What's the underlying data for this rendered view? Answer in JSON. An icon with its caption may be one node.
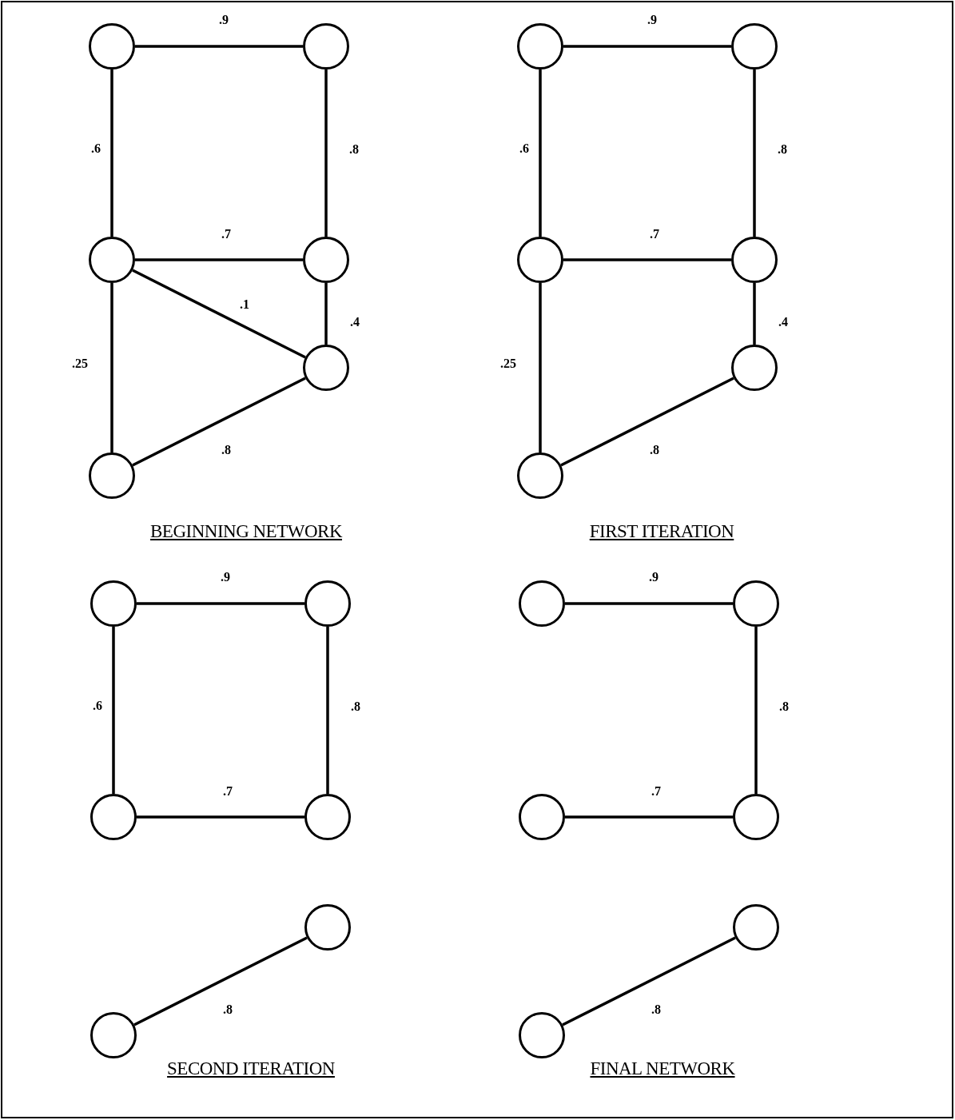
{
  "diagram": {
    "nodes": [
      {
        "text": [],
        "shape": "circle"
      },
      {
        "text": [],
        "shape": "circle"
      },
      {
        "text": [],
        "shape": "circle"
      },
      {
        "text": [],
        "shape": "circle"
      },
      {
        "text": [],
        "shape": "circle"
      },
      {
        "text": [],
        "shape": "circle"
      },
      {
        "text": [],
        "shape": "circle"
      },
      {
        "text": [],
        "shape": "circle"
      },
      {
        "text": [],
        "shape": "circle"
      },
      {
        "text": [],
        "shape": "circle"
      },
      {
        "text": [],
        "shape": "circle"
      },
      {
        "text": [],
        "shape": "circle"
      },
      {
        "text": [],
        "shape": "circle"
      },
      {
        "text": [],
        "shape": "circle"
      },
      {
        "text": [],
        "shape": "circle"
      },
      {
        "text": [],
        "shape": "circle"
      },
      {
        "text": [],
        "shape": "circle"
      },
      {
        "text": [],
        "shape": "circle"
      },
      {
        "text": [],
        "shape": "circle"
      },
      {
        "text": [],
        "shape": "circle"
      },
      {
        "text": [],
        "shape": "circle"
      },
      {
        "text": [],
        "shape": "circle"
      },
      {
        "text": [],
        "shape": "circle"
      },
      {
        "text": [],
        "shape": "circle"
      }
    ],
    "edges": [
      {
        "from": 0,
        "to": 1,
        "arrow": "none",
        "label": ".9"
      },
      {
        "from": 0,
        "to": 2,
        "arrow": "none",
        "label": ".6"
      },
      {
        "from": 1,
        "to": 3,
        "arrow": "none",
        "label": ".8"
      },
      {
        "from": 2,
        "to": 3,
        "arrow": "none",
        "label": ".7"
      },
      {
        "from": 2,
        "to": 4,
        "arrow": "none",
        "label": ".1"
      },
      {
        "from": 3,
        "to": 4,
        "arrow": "none",
        "label": ".4"
      },
      {
        "from": 2,
        "to": 5,
        "arrow": "none",
        "label": ".25"
      },
      {
        "from": 5,
        "to": 4,
        "arrow": "none",
        "label": ".8"
      },
      {
        "from": 6,
        "to": 7,
        "arrow": "none",
        "label": ".9"
      },
      {
        "from": 6,
        "to": 8,
        "arrow": "none",
        "label": ".6"
      },
      {
        "from": 7,
        "to": 9,
        "arrow": "none",
        "label": ".8"
      },
      {
        "from": 8,
        "to": 9,
        "arrow": "none",
        "label": ".7"
      },
      {
        "from": 9,
        "to": 10,
        "arrow": "none",
        "label": ".4"
      },
      {
        "from": 8,
        "to": 11,
        "arrow": "none",
        "label": ".25"
      },
      {
        "from": 11,
        "to": 10,
        "arrow": "none",
        "label": ".8"
      },
      {
        "from": 12,
        "to": 13,
        "arrow": "none",
        "label": ".9"
      },
      {
        "from": 12,
        "to": 14,
        "arrow": "none",
        "label": ".6"
      },
      {
        "from": 13,
        "to": 15,
        "arrow": "none",
        "label": ".8"
      },
      {
        "from": 14,
        "to": 15,
        "arrow": "none",
        "label": ".7"
      },
      {
        "from": 17,
        "to": 16,
        "arrow": "none",
        "label": ".8"
      },
      {
        "from": 18,
        "to": 19,
        "arrow": "none",
        "label": ".9"
      },
      {
        "from": 19,
        "to": 21,
        "arrow": "none",
        "label": ".8"
      },
      {
        "from": 20,
        "to": 21,
        "arrow": "none",
        "label": ".7"
      },
      {
        "from": 23,
        "to": 22,
        "arrow": "none",
        "label": ".8"
      }
    ],
    "labels": [
      "BEGINNING NETWORK",
      "FIRST ITERATION",
      "SECOND ITERATION",
      "FINAL NETWORK"
    ]
  }
}
